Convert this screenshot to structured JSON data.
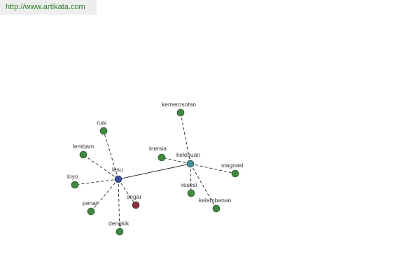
{
  "header": {
    "url": "http://www.artikata.com"
  },
  "graph": {
    "colors": {
      "hub": "#3b4fa8",
      "hub2": "#3f8f9a",
      "leaf": "#3f8a3f",
      "highlight": "#8b2f3a",
      "edge": "#222222"
    },
    "nodes": [
      {
        "id": "lesu",
        "label": "lesu",
        "kind": "hub"
      },
      {
        "id": "kelesuan",
        "label": "kelesuan",
        "kind": "hub2"
      },
      {
        "id": "ruai",
        "label": "ruai",
        "kind": "leaf"
      },
      {
        "id": "lembam",
        "label": "lembam",
        "kind": "leaf"
      },
      {
        "id": "loyo",
        "label": "loyo",
        "kind": "leaf"
      },
      {
        "id": "penat",
        "label": "penat",
        "kind": "leaf"
      },
      {
        "id": "dengkik",
        "label": "dengkik",
        "kind": "leaf"
      },
      {
        "id": "segar",
        "label": "segar",
        "kind": "highlight"
      },
      {
        "id": "kemerosotan",
        "label": "kemerosotan",
        "kind": "leaf"
      },
      {
        "id": "inersia",
        "label": "inersia",
        "kind": "leaf"
      },
      {
        "id": "stagnasi",
        "label": "stagnasi",
        "kind": "leaf"
      },
      {
        "id": "resesi",
        "label": "resesi",
        "kind": "leaf"
      },
      {
        "id": "kelambanan",
        "label": "kelambanan",
        "kind": "leaf"
      }
    ],
    "edges": [
      {
        "from": "lesu",
        "to": "kelesuan",
        "style": "solid"
      },
      {
        "from": "lesu",
        "to": "ruai",
        "style": "dashed"
      },
      {
        "from": "lesu",
        "to": "lembam",
        "style": "dashed"
      },
      {
        "from": "lesu",
        "to": "loyo",
        "style": "dashed"
      },
      {
        "from": "lesu",
        "to": "penat",
        "style": "dashed"
      },
      {
        "from": "lesu",
        "to": "dengkik",
        "style": "dashed"
      },
      {
        "from": "lesu",
        "to": "segar",
        "style": "dashed"
      },
      {
        "from": "kelesuan",
        "to": "kemerosotan",
        "style": "dashed"
      },
      {
        "from": "kelesuan",
        "to": "inersia",
        "style": "dashed"
      },
      {
        "from": "kelesuan",
        "to": "stagnasi",
        "style": "dashed"
      },
      {
        "from": "kelesuan",
        "to": "resesi",
        "style": "dashed"
      },
      {
        "from": "kelesuan",
        "to": "kelambanan",
        "style": "dashed"
      }
    ]
  }
}
